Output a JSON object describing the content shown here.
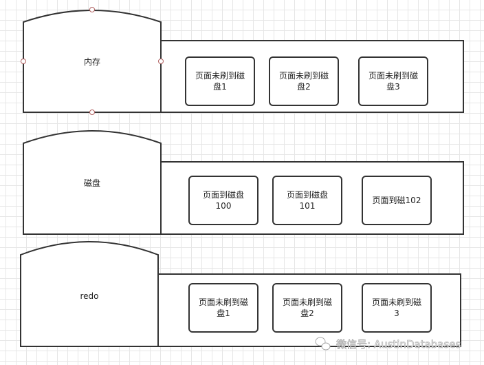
{
  "rows": [
    {
      "label": "内存",
      "boxes": [
        [
          "页面未刷到磁",
          "盘1"
        ],
        [
          "页面未刷到磁",
          "盘2"
        ],
        [
          "页面未刷到磁",
          "盘3"
        ]
      ]
    },
    {
      "label": "磁盘",
      "boxes": [
        [
          "页面到磁盘",
          "100"
        ],
        [
          "页面到磁盘",
          "101"
        ],
        [
          "页面到磁102"
        ]
      ]
    },
    {
      "label": "redo",
      "boxes": [
        [
          "页面未刷到磁",
          "盘1"
        ],
        [
          "页面未刷到磁",
          "盘2"
        ],
        [
          "页面未刷到磁",
          "3"
        ]
      ]
    }
  ],
  "watermark": "微信号: AustinDatabases"
}
